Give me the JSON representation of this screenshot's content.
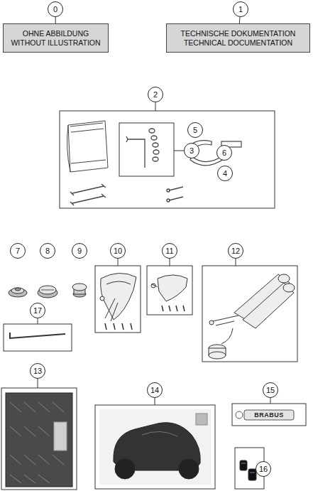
{
  "diagram": {
    "nodes": [
      {
        "text": [
          "0"
        ]
      },
      {
        "text": [
          "OHNE ABBILDUNG",
          "WITHOUT ILLUSTRATION"
        ]
      },
      {
        "text": [
          "1"
        ]
      },
      {
        "text": [
          "TECHNISCHE DOKUMENTATION",
          "TECHNICAL DOCUMENTATION"
        ]
      },
      {
        "text": [
          "2"
        ]
      },
      {
        "text": [
          "5"
        ]
      },
      {
        "text": [
          "3"
        ]
      },
      {
        "text": [
          "6"
        ]
      },
      {
        "text": [
          "4"
        ]
      },
      {
        "text": [
          "7"
        ]
      },
      {
        "text": [
          "8"
        ]
      },
      {
        "text": [
          "9"
        ]
      },
      {
        "text": [
          "10"
        ]
      },
      {
        "text": [
          "11"
        ]
      },
      {
        "text": [
          "12"
        ]
      },
      {
        "text": [
          "17"
        ]
      },
      {
        "text": [
          "13"
        ]
      },
      {
        "text": [
          "14"
        ]
      },
      {
        "text": [
          "15"
        ]
      },
      {
        "text": [
          "16"
        ]
      }
    ],
    "edges": [
      {
        "from": 0,
        "to": 1,
        "arrow": "none"
      },
      {
        "from": 2,
        "to": 3,
        "arrow": "none"
      }
    ],
    "labels": [
      "BRABUS"
    ]
  }
}
